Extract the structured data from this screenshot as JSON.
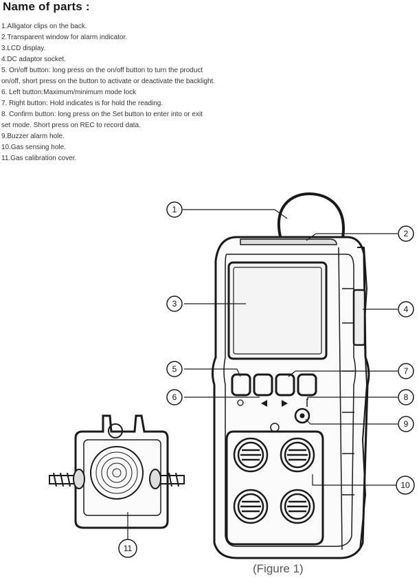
{
  "heading": "Name of parts :",
  "parts": [
    "1.Alligator clips on the back.",
    "2.Transparent window for alarm indicator.",
    "3.LCD display.",
    "4.DC adaptor socket.",
    "5. On/off button: long press on the on/off button to turn the product",
    "on/off, short press on the button to activate or deactivate the backlight.",
    "6. Left button:Maximum/minimum mode lock",
    "7. Right button: Hold indicates is for hold the reading.",
    "8. Confirm button: long press on the Set button to enter into or exit",
    "set mode. Short press on REC to record data.",
    "9.Buzzer alarm hole.",
    "10.Gas sensing hole.",
    "11.Gas calibration cover."
  ],
  "callouts": [
    "1",
    "2",
    "3",
    "4",
    "5",
    "6",
    "7",
    "8",
    "9",
    "10",
    "11"
  ],
  "caption": "(Figure 1)",
  "icons": [
    "power-icon",
    "left-arrow-icon",
    "right-arrow-icon",
    "confirm-icon",
    "buzzer-icon",
    "gas-sensor-icon",
    "gas-calibration-cover-icon"
  ]
}
